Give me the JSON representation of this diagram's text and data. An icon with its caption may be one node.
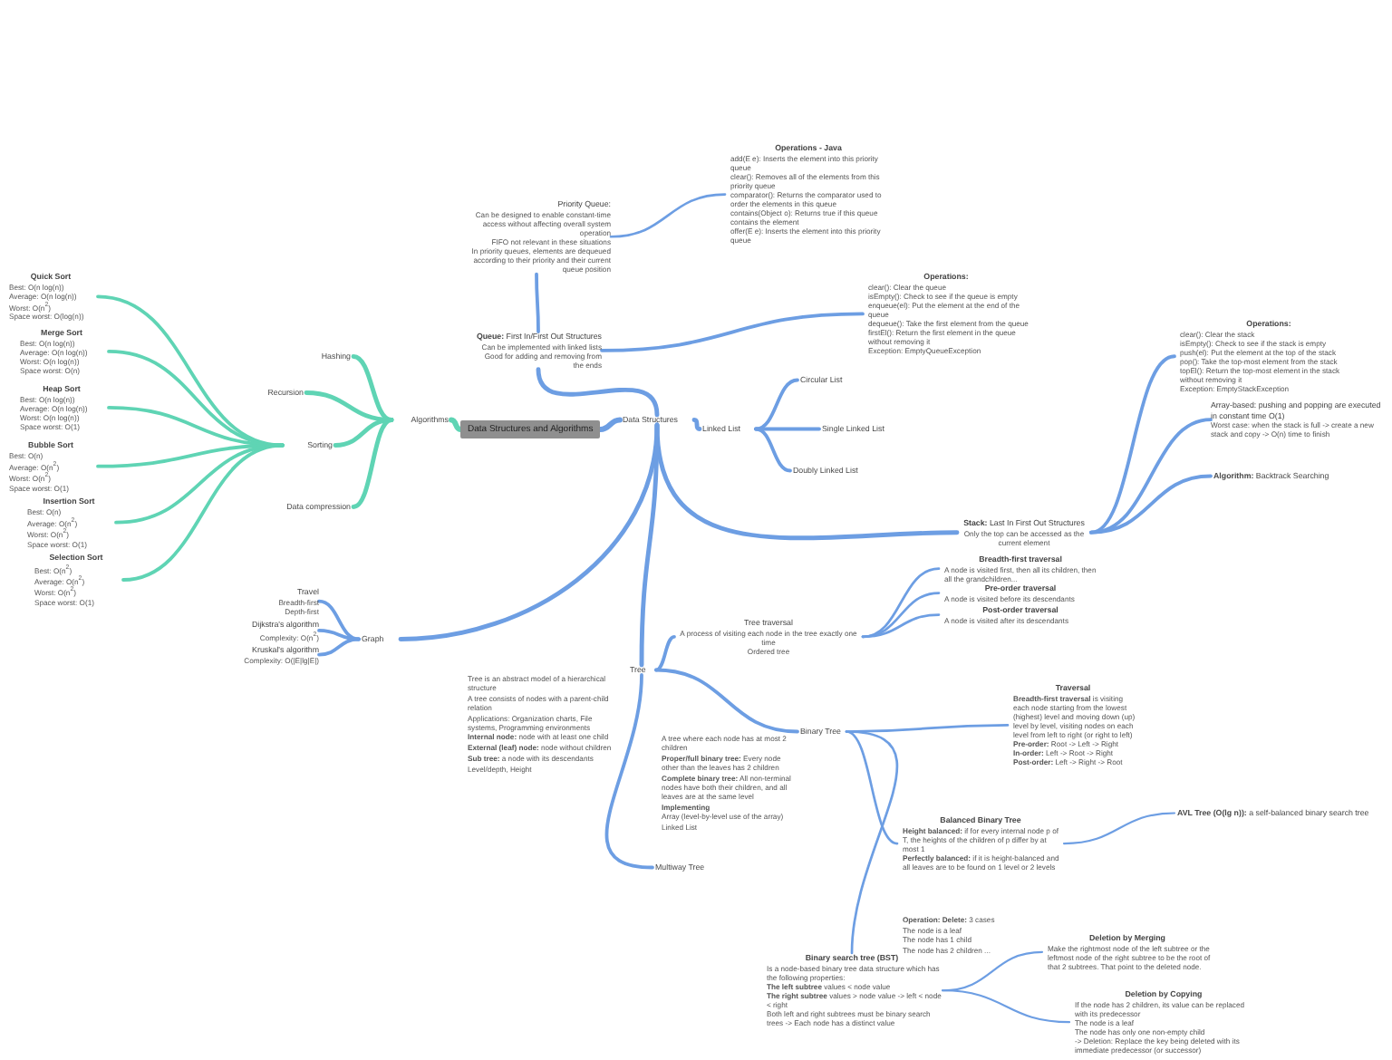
{
  "diagram": {
    "nodes": [
      {
        "text": [
          "Data Structures and Algorithms"
        ]
      },
      {
        "text": [
          "Algorithms"
        ]
      },
      {
        "text": [
          "Hashing"
        ]
      },
      {
        "text": [
          "Recursion"
        ]
      },
      {
        "text": [
          "Sorting"
        ]
      },
      {
        "text": [
          "Data compression"
        ]
      },
      {
        "text": [
          "Quick Sort",
          "Best: O(n log(n))",
          "Average: O(n log(n))",
          "Worst: O(n$^{2}$)",
          "Space worst: O(log(n))"
        ]
      },
      {
        "text": [
          "Merge Sort",
          "Best: O(n log(n))",
          "Average: O(n log(n))",
          "Worst: O(n log(n))",
          "Space worst: O(n)"
        ]
      },
      {
        "text": [
          "Heap Sort",
          "Best: O(n log(n))",
          "Average: O(n log(n))",
          "Worst: O(n log(n))",
          "Space worst: O(1)"
        ]
      },
      {
        "text": [
          "Bubble Sort",
          "Best: O(n)",
          "Average: O(n$^{2}$)",
          "Worst: O(n$^{2}$)",
          "Space worst: O(1)"
        ]
      },
      {
        "text": [
          "Insertion Sort",
          "Best: O(n)",
          "Average: O(n$^{2}$)",
          "Worst: O(n$^{2}$)",
          "Space worst: O(1)"
        ]
      },
      {
        "text": [
          "Selection Sort",
          "Best: O(n$^{2}$)",
          "Average: O(n$^{2}$)",
          "Worst: O(n$^{2}$)",
          "Space worst: O(1)"
        ]
      },
      {
        "text": [
          "Data Structures"
        ]
      },
      {
        "text": [
          "**Queue:** First In/First Out Structures",
          "Can be implemented with linked lists",
          "Good for adding and removing from the ends"
        ]
      },
      {
        "text": [
          "Priority Queue:",
          "Can be designed to enable constant-time access without affecting overall system operation",
          "FIFO not relevant in these situations",
          "In priority queues, elements are dequeued according to their priority and their current queue position"
        ]
      },
      {
        "text": [
          "Operations - Java",
          "add(E e): Inserts the element into this priority queue",
          "clear(): Removes all of the elements from this priority queue",
          "comparator(): Returns the comparator used to order the elements in this queue",
          "contains(Object o): Returns true if this queue contains the element",
          "offer(E e): Inserts the element into this priority queue"
        ]
      },
      {
        "text": [
          "Operations:",
          "clear(): Clear the queue",
          "isEmpty(): Check to see if the queue is empty",
          "enqueue(el): Put the element at the end of the queue",
          "dequeue(): Take the first element from the queue",
          "firstEl(): Return the first element in the queue without removing it",
          "Exception: EmptyQueueException"
        ]
      },
      {
        "text": [
          "Linked List"
        ]
      },
      {
        "text": [
          "Circular List"
        ]
      },
      {
        "text": [
          "Single Linked List"
        ]
      },
      {
        "text": [
          "Doubly Linked List"
        ]
      },
      {
        "text": [
          "**Stack:** Last In First Out Structures",
          "Only the top can be accessed as the current element"
        ]
      },
      {
        "text": [
          "Operations:",
          "clear(): Clear the stack",
          "isEmpty(): Check to see if the stack is empty",
          "push(el): Put the element at the top of the stack",
          "pop(): Take the top-most element from the stack",
          "topEl(): Return the top-most element in the stack without removing it",
          "Exception: EmptyStackException"
        ]
      },
      {
        "text": [
          "Array-based: pushing and popping are executed in constant time O(1)",
          "Worst case: when the stack is full -> create a new stack and copy -> O(n) time to finish"
        ]
      },
      {
        "text": [
          "**Algorithm:** Backtrack Searching"
        ]
      },
      {
        "text": [
          "Graph"
        ]
      },
      {
        "text": [
          "Travel",
          "Breadth-first",
          "Depth-first"
        ]
      },
      {
        "text": [
          "Dijkstra's algorithm",
          "Complexity: O(n$^{2}$)"
        ]
      },
      {
        "text": [
          "Kruskal's algorithm",
          "Complexity: O(|E|lg|E|)"
        ]
      },
      {
        "text": [
          "Tree"
        ],
        "beside": [
          "Tree is an abstract model of a hierarchical structure",
          "A tree consists of nodes with a parent-child relation",
          "Applications: Organization charts, File systems, Programming environments",
          "**Internal node:** node with at least one child",
          "**External (leaf) node:** node without children",
          "**Sub tree:** a node with its descendants",
          "Level/depth, Height"
        ]
      },
      {
        "text": [
          "Tree traversal",
          "A process of visiting each node in the tree exactly one time",
          "Ordered tree"
        ]
      },
      {
        "text": [
          "Breadth-first traversal",
          "A node is visited first, then all its children, then all the grandchildren..."
        ]
      },
      {
        "text": [
          "Pre-order traversal",
          "A node is visited before its descendants"
        ]
      },
      {
        "text": [
          "Post-order traversal",
          "A node is visited after its descendants"
        ]
      },
      {
        "text": [
          "Binary Tree"
        ],
        "beside": [
          "A tree where each node has at most 2 children",
          "**Proper/full binary tree:** Every node other than the leaves has 2 children",
          "**Complete binary tree:** All non-terminal nodes have both their children, and all leaves are at the same level",
          "**Implementing**",
          "Array (level-by-level use of the array)",
          "Linked List"
        ]
      },
      {
        "text": [
          "Traversal",
          "**Breadth-first traversal** is visiting each node starting from the lowest (highest) level and moving down (up) level by level, visiting nodes on each level from left to right (or right to left)",
          "**Pre-order:** Root -> Left -> Right",
          "**In-order:** Left -> Root -> Right",
          "**Post-order:** Left -> Right -> Root"
        ]
      },
      {
        "text": [
          "Balanced Binary Tree",
          "**Height balanced:** if for every internal node p of T, the heights of the children of p differ by at most 1",
          "**Perfectly balanced:** if it is height-balanced and all leaves are to be found on 1 level or 2 levels"
        ]
      },
      {
        "text": [
          "**AVL Tree (O(lg n)):** a self-balanced binary search tree"
        ]
      },
      {
        "text": [
          "Multiway Tree"
        ]
      },
      {
        "text": [
          "Binary search tree (BST)",
          "Is a node-based binary tree data structure which has the following properties:",
          "**The left subtree** values < node value",
          "**The right subtree** values > node value -> left < node < right",
          "Both left and right subtrees must be binary search trees -> Each node has a distinct value"
        ],
        "beside": [
          "**Operation: Delete:** 3 cases",
          "The node is a leaf",
          "The node has 1 child",
          "The node has 2 children ..."
        ]
      },
      {
        "text": [
          "Deletion by Merging",
          "Make the rightmost node of the left subtree or the leftmost node of the right subtree to be the root of that 2 subtrees. That point to the deleted node."
        ]
      },
      {
        "text": [
          "Deletion by Copying",
          "If the node has 2 children, its value can be replaced with its predecessor",
          "The node is a leaf",
          "The node has only one non-empty child",
          "-> Deletion: Replace the key being deleted with its immediate predecessor (or successor)"
        ]
      }
    ],
    "edges": [
      {
        "from": 0,
        "to": 1,
        "arrow": "none",
        "color": "#5fd4b4"
      },
      {
        "from": 1,
        "to": 2,
        "arrow": "none",
        "color": "#5fd4b4"
      },
      {
        "from": 1,
        "to": 3,
        "arrow": "none",
        "color": "#5fd4b4"
      },
      {
        "from": 1,
        "to": 4,
        "arrow": "none",
        "color": "#5fd4b4"
      },
      {
        "from": 1,
        "to": 5,
        "arrow": "none",
        "color": "#5fd4b4"
      },
      {
        "from": 4,
        "to": 6,
        "arrow": "none",
        "color": "#5fd4b4"
      },
      {
        "from": 4,
        "to": 7,
        "arrow": "none",
        "color": "#5fd4b4"
      },
      {
        "from": 4,
        "to": 8,
        "arrow": "none",
        "color": "#5fd4b4"
      },
      {
        "from": 4,
        "to": 9,
        "arrow": "none",
        "color": "#5fd4b4"
      },
      {
        "from": 4,
        "to": 10,
        "arrow": "none",
        "color": "#5fd4b4"
      },
      {
        "from": 4,
        "to": 11,
        "arrow": "none",
        "color": "#5fd4b4"
      },
      {
        "from": 0,
        "to": 12,
        "arrow": "none"
      },
      {
        "from": 12,
        "to": 13,
        "arrow": "none"
      },
      {
        "from": 13,
        "to": 14,
        "arrow": "none"
      },
      {
        "from": 14,
        "to": 15,
        "arrow": "none"
      },
      {
        "from": 13,
        "to": 16,
        "arrow": "none"
      },
      {
        "from": 12,
        "to": 17,
        "arrow": "none"
      },
      {
        "from": 17,
        "to": 18,
        "arrow": "none"
      },
      {
        "from": 17,
        "to": 19,
        "arrow": "none"
      },
      {
        "from": 17,
        "to": 20,
        "arrow": "none"
      },
      {
        "from": 12,
        "to": 21,
        "arrow": "none"
      },
      {
        "from": 21,
        "to": 22,
        "arrow": "none"
      },
      {
        "from": 21,
        "to": 23,
        "arrow": "none"
      },
      {
        "from": 21,
        "to": 24,
        "arrow": "none"
      },
      {
        "from": 12,
        "to": 25,
        "arrow": "none"
      },
      {
        "from": 25,
        "to": 26,
        "arrow": "none"
      },
      {
        "from": 25,
        "to": 27,
        "arrow": "none"
      },
      {
        "from": 25,
        "to": 28,
        "arrow": "none"
      },
      {
        "from": 12,
        "to": 29,
        "arrow": "none"
      },
      {
        "from": 29,
        "to": 30,
        "arrow": "none"
      },
      {
        "from": 30,
        "to": 31,
        "arrow": "none"
      },
      {
        "from": 30,
        "to": 32,
        "arrow": "none"
      },
      {
        "from": 30,
        "to": 33,
        "arrow": "none"
      },
      {
        "from": 29,
        "to": 34,
        "arrow": "none"
      },
      {
        "from": 34,
        "to": 35,
        "arrow": "none"
      },
      {
        "from": 34,
        "to": 36,
        "arrow": "none"
      },
      {
        "from": 36,
        "to": 37,
        "arrow": "none"
      },
      {
        "from": 29,
        "to": 38,
        "arrow": "none"
      },
      {
        "from": 34,
        "to": 39,
        "arrow": "none"
      },
      {
        "from": 39,
        "to": 40,
        "arrow": "none"
      },
      {
        "from": 39,
        "to": 41,
        "arrow": "none"
      }
    ]
  }
}
